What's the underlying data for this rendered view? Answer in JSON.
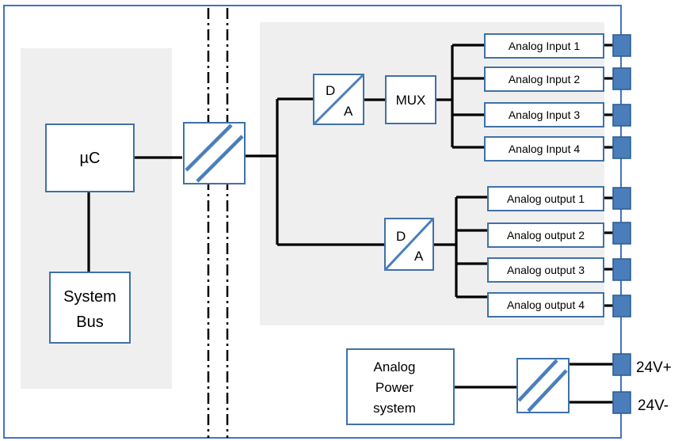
{
  "colors": {
    "border": "#4472c4",
    "box_stroke": "#3f71a8",
    "panel_gray": "#efefef",
    "terminal_fill": "#4a7ebb",
    "wire": "#000000"
  },
  "blocks": {
    "uc": "µC",
    "system_bus": [
      "System",
      "Bus"
    ],
    "mux": "MUX",
    "converter_d": "D",
    "converter_a": "A",
    "analog_power": [
      "Analog",
      "Power",
      "system"
    ]
  },
  "analog_inputs": [
    "Analog Input 1",
    "Analog Input 2",
    "Analog Input 3",
    "Analog Input 4"
  ],
  "analog_outputs": [
    "Analog output 1",
    "Analog output 2",
    "Analog output 3",
    "Analog output 4"
  ],
  "power_terminals": [
    "24V+",
    "24V-"
  ],
  "icons": {
    "isolator": "galvanic-isolator-icon",
    "terminal": "connector-terminal-icon"
  }
}
